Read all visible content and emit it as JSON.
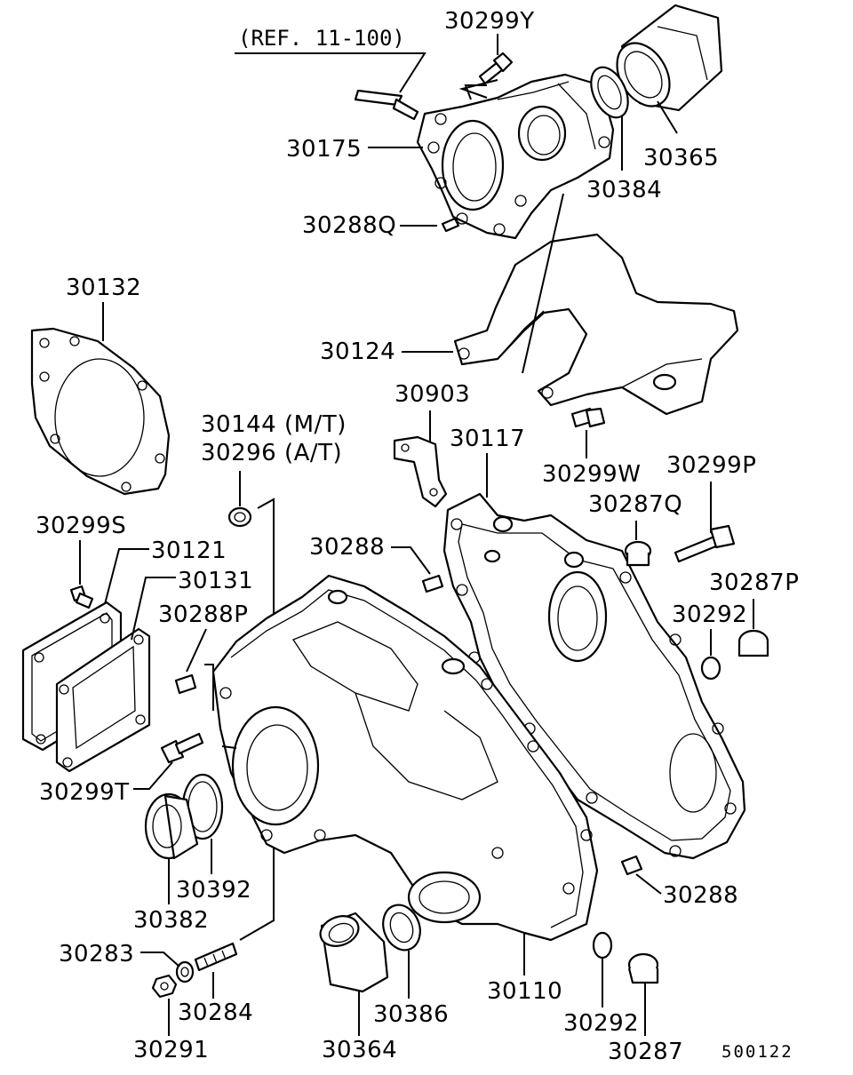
{
  "diagram": {
    "reference": "(REF. 11-100)",
    "footer_code": "500122",
    "labels": {
      "p30299Y": "30299Y",
      "p30175": "30175",
      "p30365": "30365",
      "p30384": "30384",
      "p30288Q": "30288Q",
      "p30132": "30132",
      "p30124": "30124",
      "p30903": "30903",
      "p30117": "30117",
      "p30144": "30144 (M/T)",
      "p30296": "30296 (A/T)",
      "p30299W": "30299W",
      "p30299P": "30299P",
      "p30287Q": "30287Q",
      "p30299S": "30299S",
      "p30121": "30121",
      "p30131": "30131",
      "p30288_top": "30288",
      "p30287P": "30287P",
      "p30292_top": "30292",
      "p30288P": "30288P",
      "p30299T": "30299T",
      "p30392": "30392",
      "p30382": "30382",
      "p30288_bot": "30288",
      "p30283": "30283",
      "p30284": "30284",
      "p30291": "30291",
      "p30364": "30364",
      "p30386": "30386",
      "p30110": "30110",
      "p30292_bot": "30292",
      "p30287": "30287"
    }
  }
}
